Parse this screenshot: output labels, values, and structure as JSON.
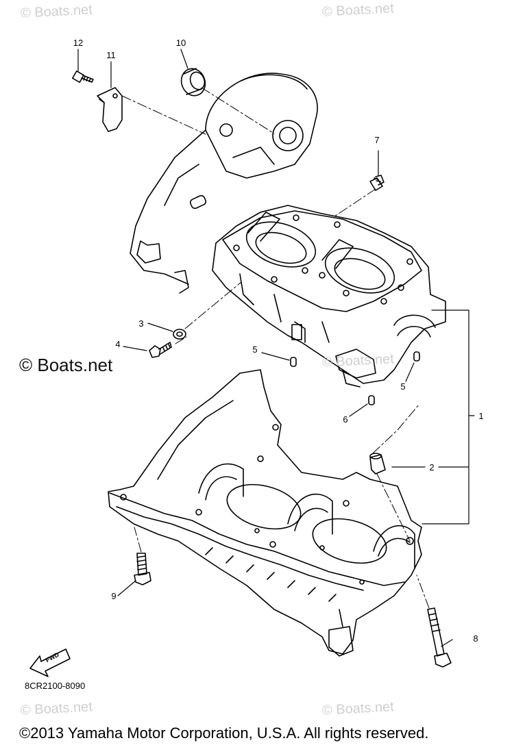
{
  "watermarks": {
    "top_left": "© Boats.net",
    "top_right": "© Boats.net",
    "middle_left": "© Boats.net",
    "middle_right": "© Boats.net",
    "bottom_left": "© Boats.net",
    "bottom_right": "© Boats.net"
  },
  "callouts": {
    "c1": "1",
    "c2": "2",
    "c3": "3",
    "c4": "4",
    "c5a": "5",
    "c5b": "5",
    "c6": "6",
    "c7": "7",
    "c8": "8",
    "c9": "9",
    "c10": "10",
    "c11": "11",
    "c12": "12"
  },
  "fwd_label": "FWD",
  "diagram_code": "8CR2100-8090",
  "copyright": "©2013 Yamaha Motor Corporation, U.S.A. All rights reserved."
}
